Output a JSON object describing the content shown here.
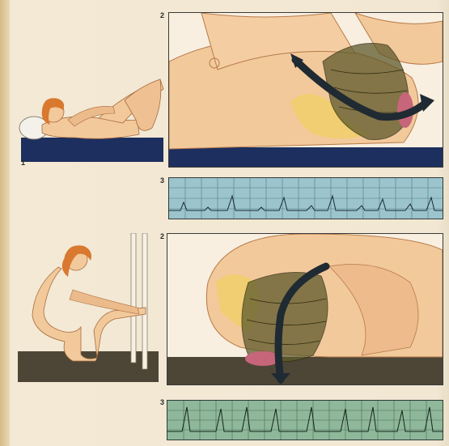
{
  "section_top": {
    "fig_small_number": "1",
    "fig_large_number": "2",
    "ecg_number": "3",
    "ecg_color": "#9cc4cc",
    "mat_color": "#1d2f5e"
  },
  "section_bottom": {
    "fig_large_number": "2",
    "ecg_number": "3",
    "ecg_color": "#8fb89a",
    "floor_color": "#4d4636"
  },
  "colors": {
    "skin": "#f2c99b",
    "skin_shadow": "#d99d6c",
    "hair": "#d9782f",
    "arrow": "#1f2a33",
    "uterus": "#5e5a2c",
    "pelvis": "#f0cf6a"
  }
}
